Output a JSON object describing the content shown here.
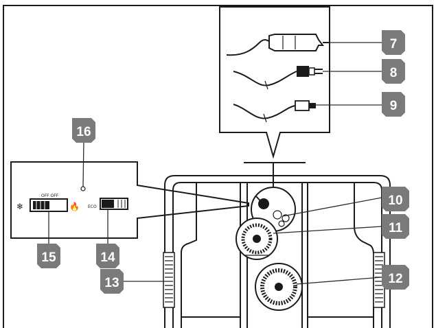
{
  "callouts": [
    {
      "id": "7",
      "label": "7"
    },
    {
      "id": "8",
      "label": "8"
    },
    {
      "id": "9",
      "label": "9"
    },
    {
      "id": "10",
      "label": "10"
    },
    {
      "id": "11",
      "label": "11"
    },
    {
      "id": "12",
      "label": "12"
    },
    {
      "id": "13",
      "label": "13"
    },
    {
      "id": "14",
      "label": "14"
    },
    {
      "id": "15",
      "label": "15"
    },
    {
      "id": "16",
      "label": "16"
    }
  ],
  "switch_labels": {
    "power_switch": "OFF OFF",
    "mode_switch": "ECO"
  },
  "icons": {
    "cool": "snowflake-icon",
    "heat": "flame-icon"
  },
  "colors": {
    "badge": "#7a7a7a",
    "line": "#1a1a1a"
  }
}
